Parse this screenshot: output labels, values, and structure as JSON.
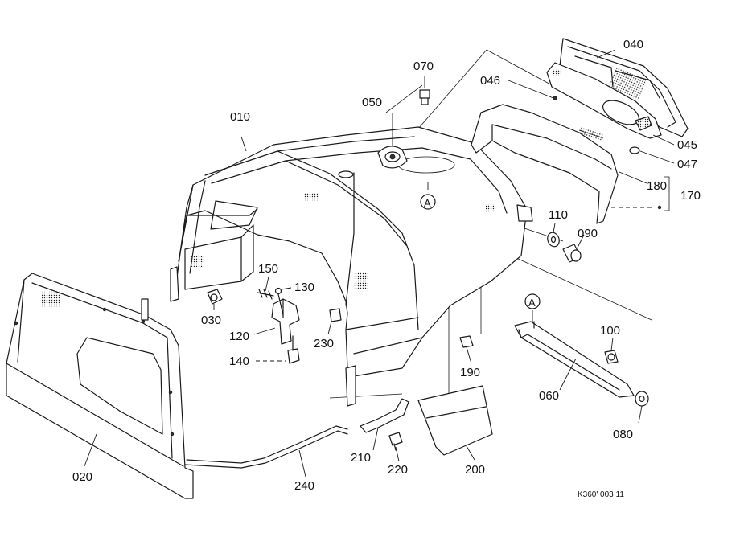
{
  "parts": [
    {
      "id": "p010",
      "label": "010"
    },
    {
      "id": "p020",
      "label": "020"
    },
    {
      "id": "p030",
      "label": "030"
    },
    {
      "id": "p040",
      "label": "040"
    },
    {
      "id": "p045",
      "label": "045"
    },
    {
      "id": "p046",
      "label": "046"
    },
    {
      "id": "p047",
      "label": "047"
    },
    {
      "id": "p050",
      "label": "050"
    },
    {
      "id": "p060",
      "label": "060"
    },
    {
      "id": "p070",
      "label": "070"
    },
    {
      "id": "p080",
      "label": "080"
    },
    {
      "id": "p090",
      "label": "090"
    },
    {
      "id": "p100",
      "label": "100"
    },
    {
      "id": "p110",
      "label": "110"
    },
    {
      "id": "p120",
      "label": "120"
    },
    {
      "id": "p130",
      "label": "130"
    },
    {
      "id": "p140",
      "label": "140"
    },
    {
      "id": "p150",
      "label": "150"
    },
    {
      "id": "p170",
      "label": "170"
    },
    {
      "id": "p180",
      "label": "180"
    },
    {
      "id": "p190",
      "label": "190"
    },
    {
      "id": "p200",
      "label": "200"
    },
    {
      "id": "p210",
      "label": "210"
    },
    {
      "id": "p220",
      "label": "220"
    },
    {
      "id": "p230",
      "label": "230"
    },
    {
      "id": "p240",
      "label": "240"
    }
  ],
  "markers": {
    "a": "A"
  },
  "drawing_code": "K360' 003 11"
}
